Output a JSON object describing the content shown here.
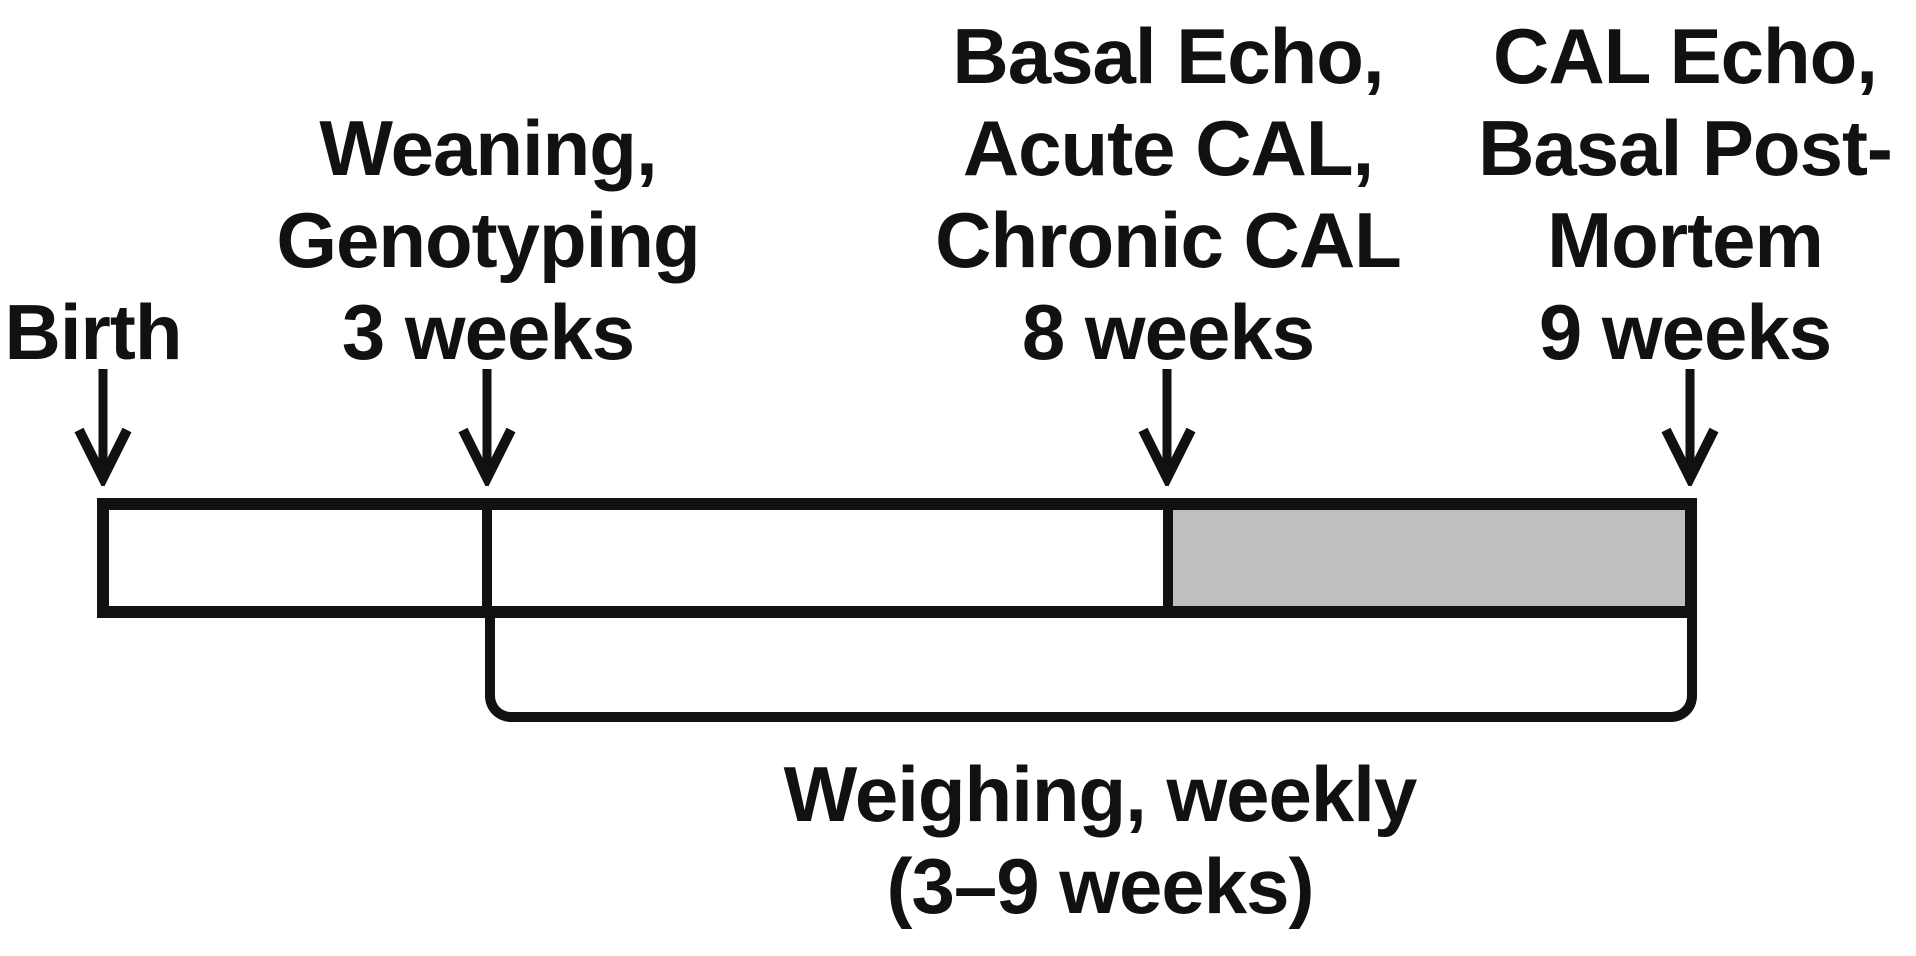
{
  "palette": {
    "ink": "#111111",
    "gray_fill": "#bfbfbf",
    "background": "#ffffff"
  },
  "events": [
    {
      "id": "birth",
      "lines": [
        "Birth"
      ]
    },
    {
      "id": "weaning-genotyping",
      "lines": [
        "Weaning,",
        "Genotyping",
        "3 weeks"
      ]
    },
    {
      "id": "cal-procedures",
      "lines": [
        "Basal Echo,",
        "Acute CAL,",
        "Chronic CAL",
        "8 weeks"
      ]
    },
    {
      "id": "post-mortem",
      "lines": [
        "CAL Echo,",
        "Basal Post-",
        "Mortem",
        "9 weeks"
      ]
    }
  ],
  "timeline": {
    "segments": [
      {
        "id": "birth-to-weaning",
        "fill": "#ffffff"
      },
      {
        "id": "weaning-to-cal",
        "fill": "#ffffff"
      },
      {
        "id": "cal-to-postmortem",
        "fill": "#bfbfbf"
      }
    ]
  },
  "bracket": {
    "label_lines": [
      "Weighing, weekly",
      "(3–9 weeks)"
    ]
  }
}
